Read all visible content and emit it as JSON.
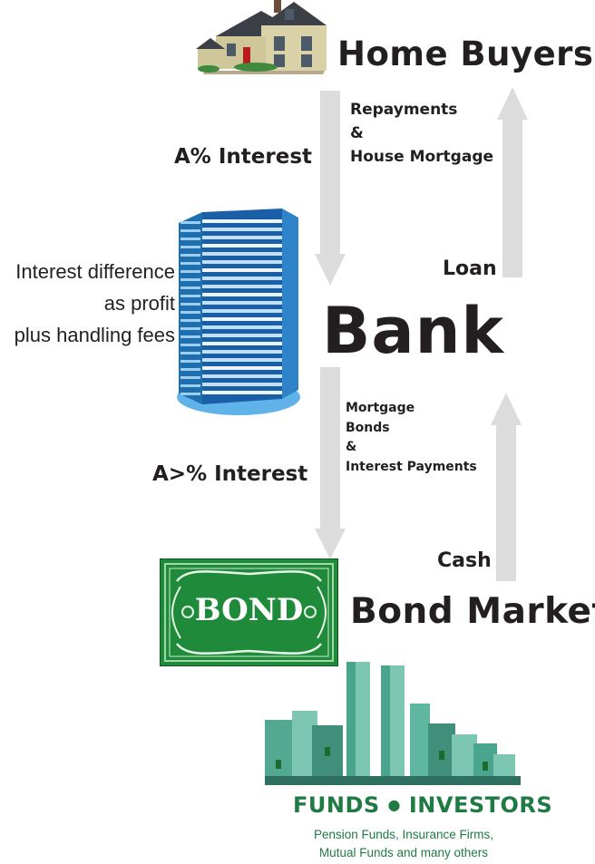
{
  "nodes": {
    "home_buyers": "Home Buyers",
    "bank": "Bank",
    "bond_market": "Bond Market"
  },
  "flows": {
    "repayments": [
      "Repayments",
      "&",
      "House Mortgage"
    ],
    "a_interest": "A% Interest",
    "loan": "Loan",
    "mortgage_bonds": [
      "Mortgage",
      "Bonds",
      "&",
      "Interest Payments"
    ],
    "a_greater_interest": "A>% Interest",
    "cash": "Cash"
  },
  "bank_note": [
    "Interest difference",
    "as profit",
    "plus handling fees"
  ],
  "bond_certificate": {
    "word": "BOND"
  },
  "funds": {
    "title_left": "FUNDS",
    "title_right": "INVESTORS",
    "subtitle": [
      "Pension Funds, Insurance Firms,",
      "Mutual Funds and many others"
    ]
  },
  "colors": {
    "arrow": "#dcdcdc",
    "bond_green": "#1f8a3a",
    "bank_blue": "#1a5ea8",
    "funds_green": "#1f7a44"
  }
}
